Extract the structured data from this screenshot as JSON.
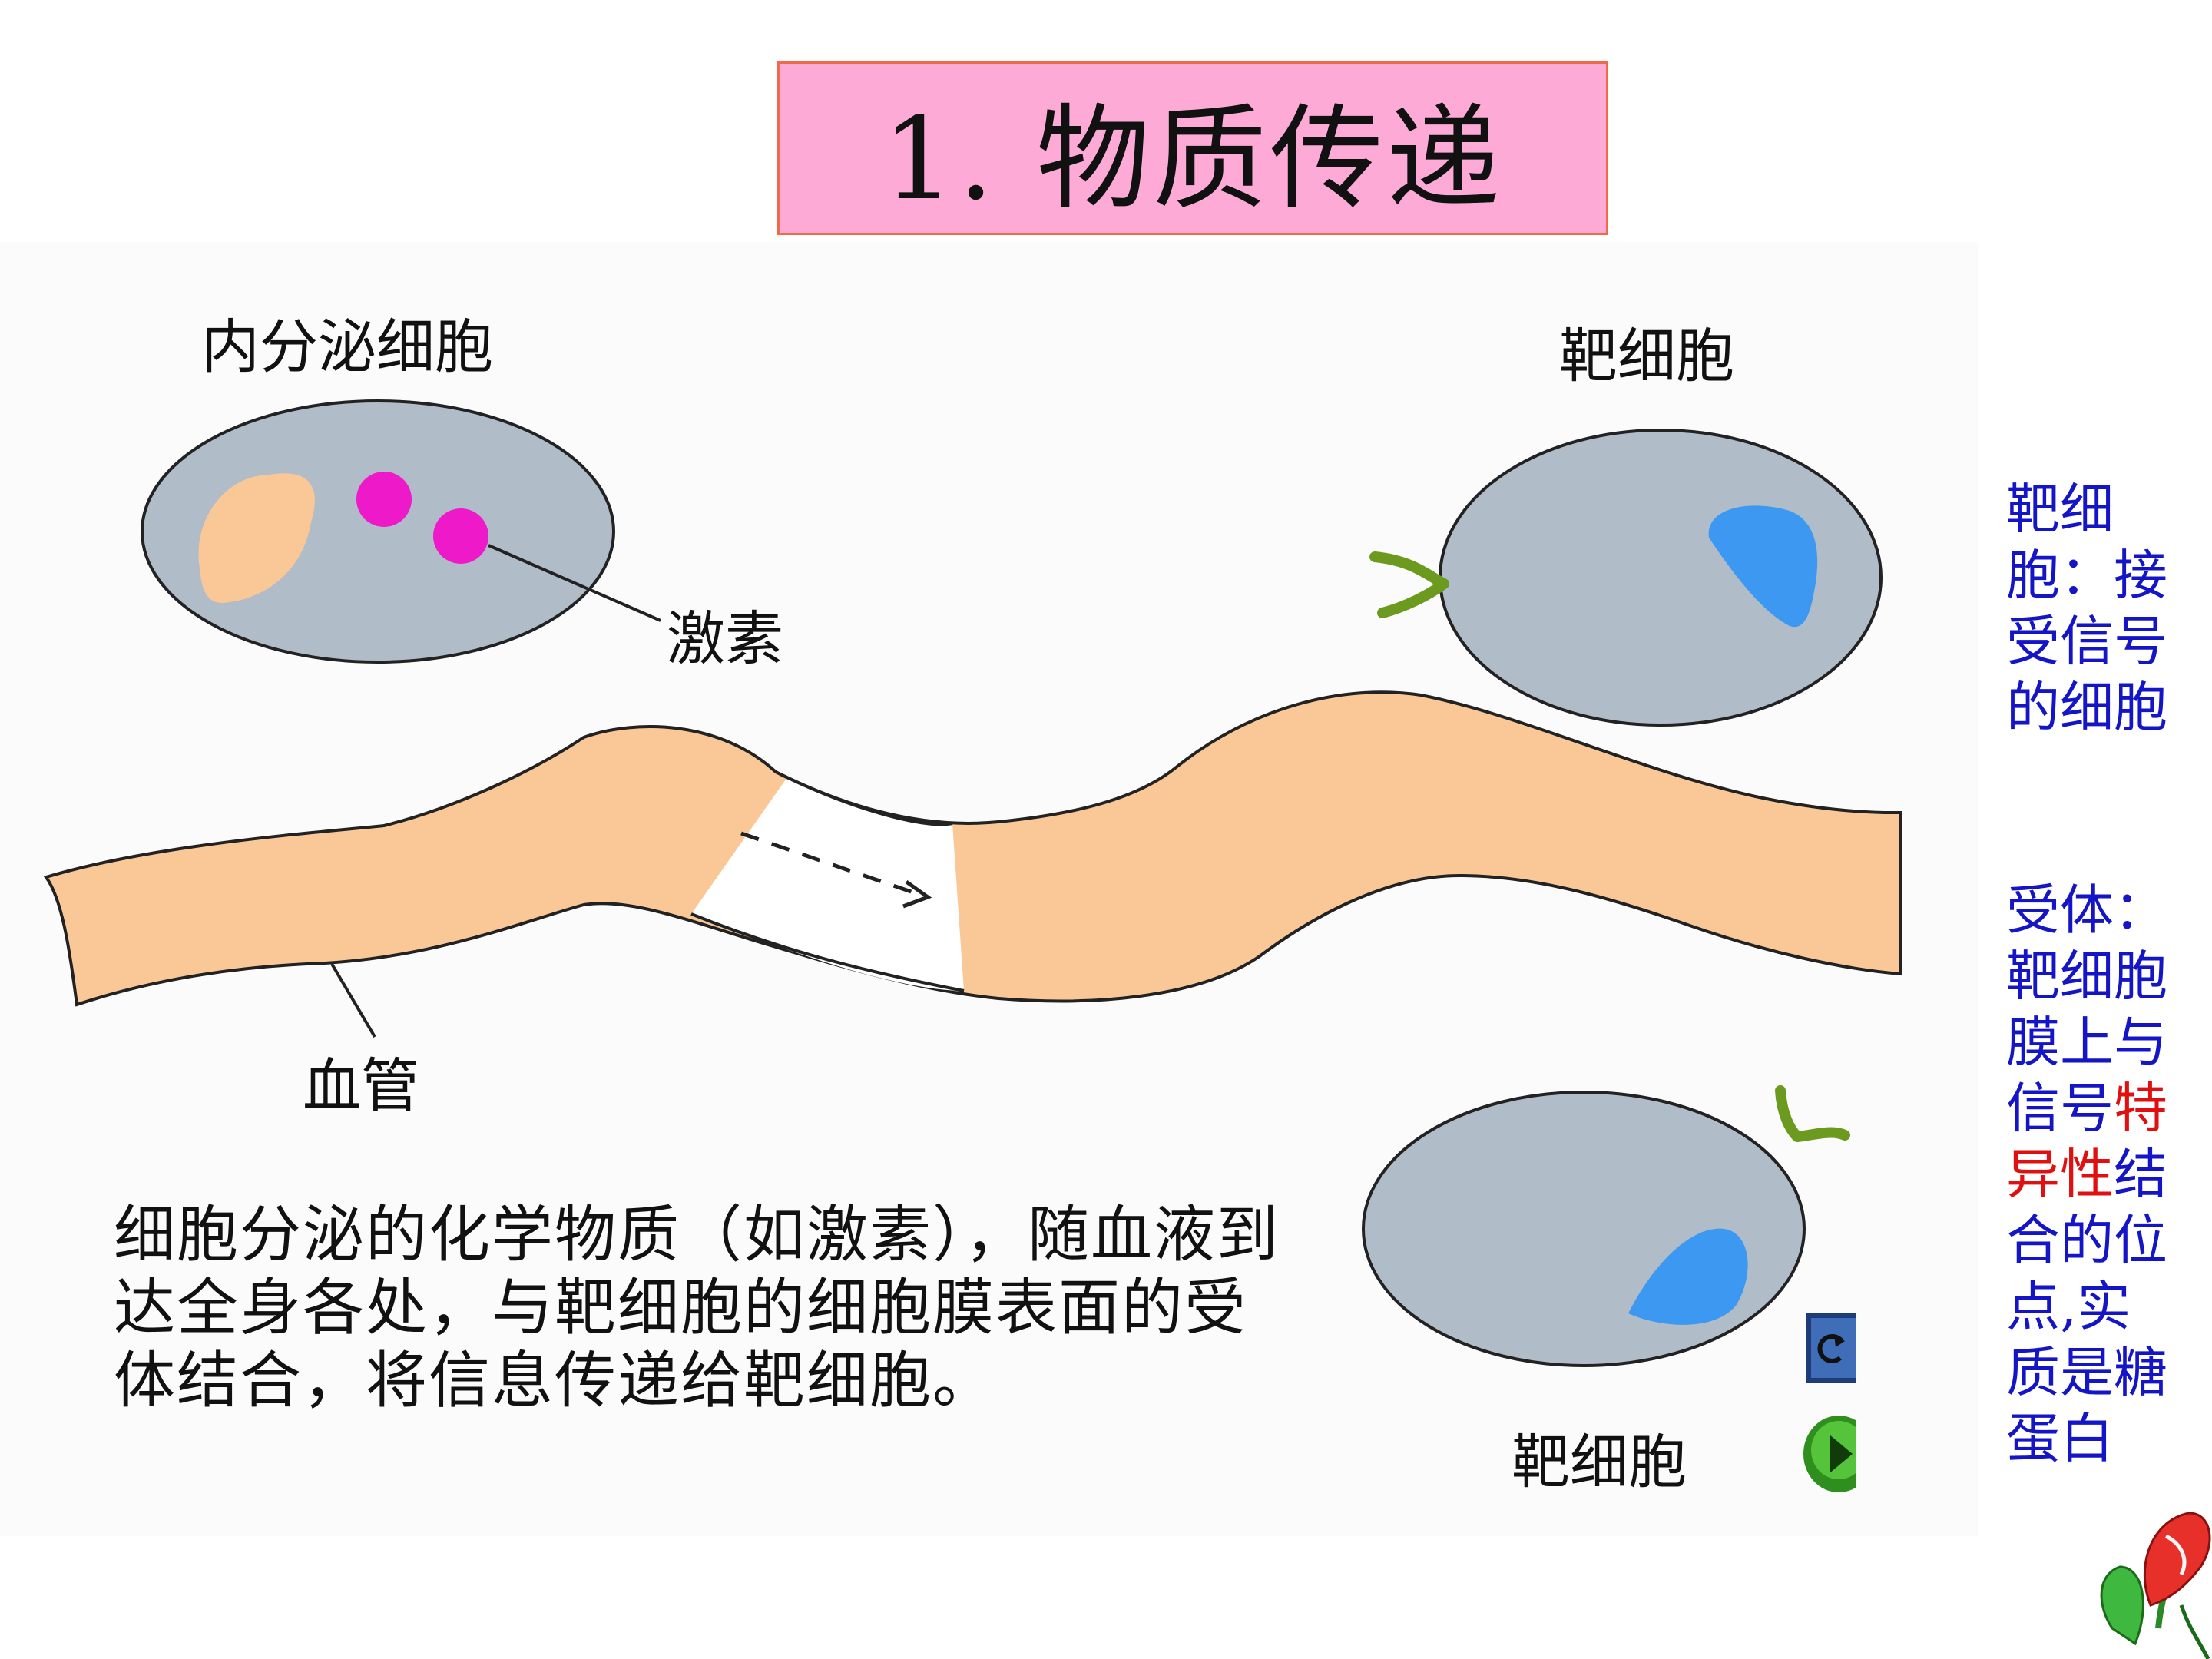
{
  "title": "1. 物质传递",
  "diagram": {
    "label_endocrine_cell": "内分泌细胞",
    "label_target_cell_top": "靶细胞",
    "label_hormone": "激素",
    "label_blood_vessel": "血管",
    "label_target_cell_bottom": "靶细胞",
    "caption": "细胞分泌的化学物质（如激素），随血液到达全身各处，与靶细胞的细胞膜表面的受体结合，将信息传递给靶细胞。"
  },
  "side_notes": {
    "target_cell_note": "靶细胞：接受信号的细胞",
    "receptor_note": {
      "before": "受体：靶细胞膜上与信号",
      "highlight": "特异性",
      "after": "结合的位点,实质是糖蛋白"
    }
  },
  "colors": {
    "title_bg": "#fdaad7",
    "cell_fill": "#b0bcc8",
    "vessel_fill": "#fac896",
    "hormone": "#ee19c8",
    "nucleus_blue": "#3c98f0",
    "receptor_green": "#6b9a1e",
    "note_blue": "#1515c8",
    "note_red": "#e01010"
  },
  "icons": [
    "replay-icon",
    "play-icon",
    "flower-icon"
  ]
}
